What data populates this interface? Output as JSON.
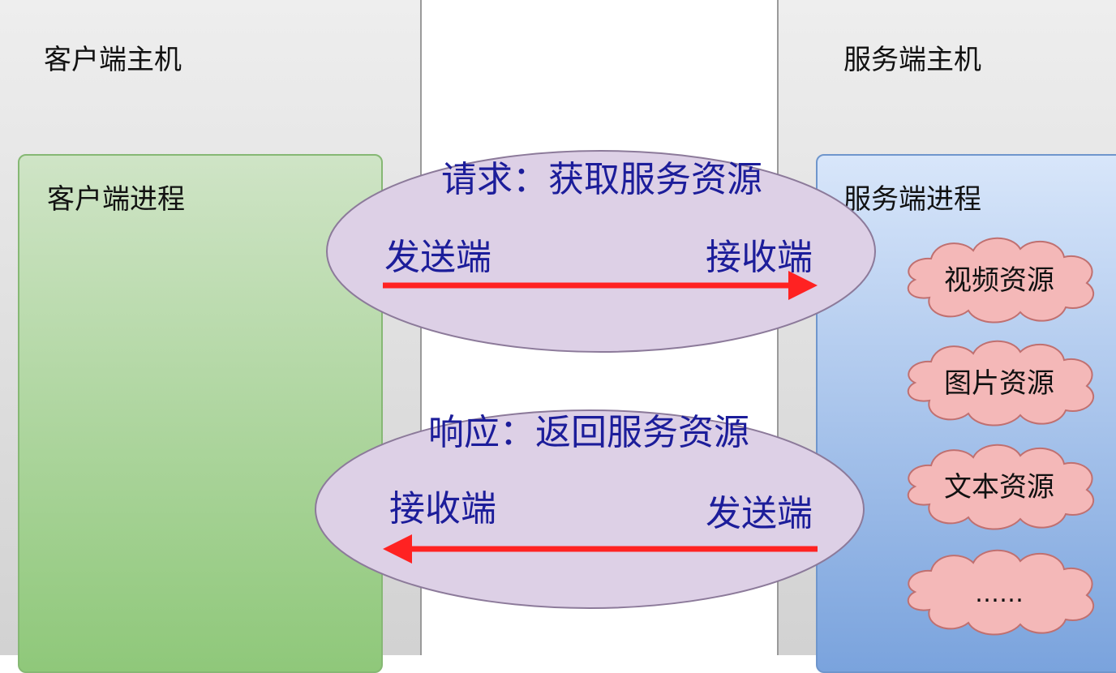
{
  "client": {
    "host_label": "客户端主机",
    "process_label": "客户端进程"
  },
  "server": {
    "host_label": "服务端主机",
    "process_label": "服务端进程",
    "resources": [
      "视频资源",
      "图片资源",
      "文本资源",
      "……"
    ]
  },
  "request": {
    "title": "请求：获取服务资源",
    "sender_label": "发送端",
    "receiver_label": "接收端"
  },
  "response": {
    "title": "响应：返回服务资源",
    "receiver_label": "接收端",
    "sender_label": "发送端"
  },
  "colors": {
    "ellipse_fill": "#ddd0e6",
    "ellipse_stroke": "#8c7a9a",
    "arrow": "#ff2222",
    "label_blue": "#1c1d9a",
    "cloud_fill": "#f4b8b8",
    "cloud_stroke": "#c07070"
  }
}
